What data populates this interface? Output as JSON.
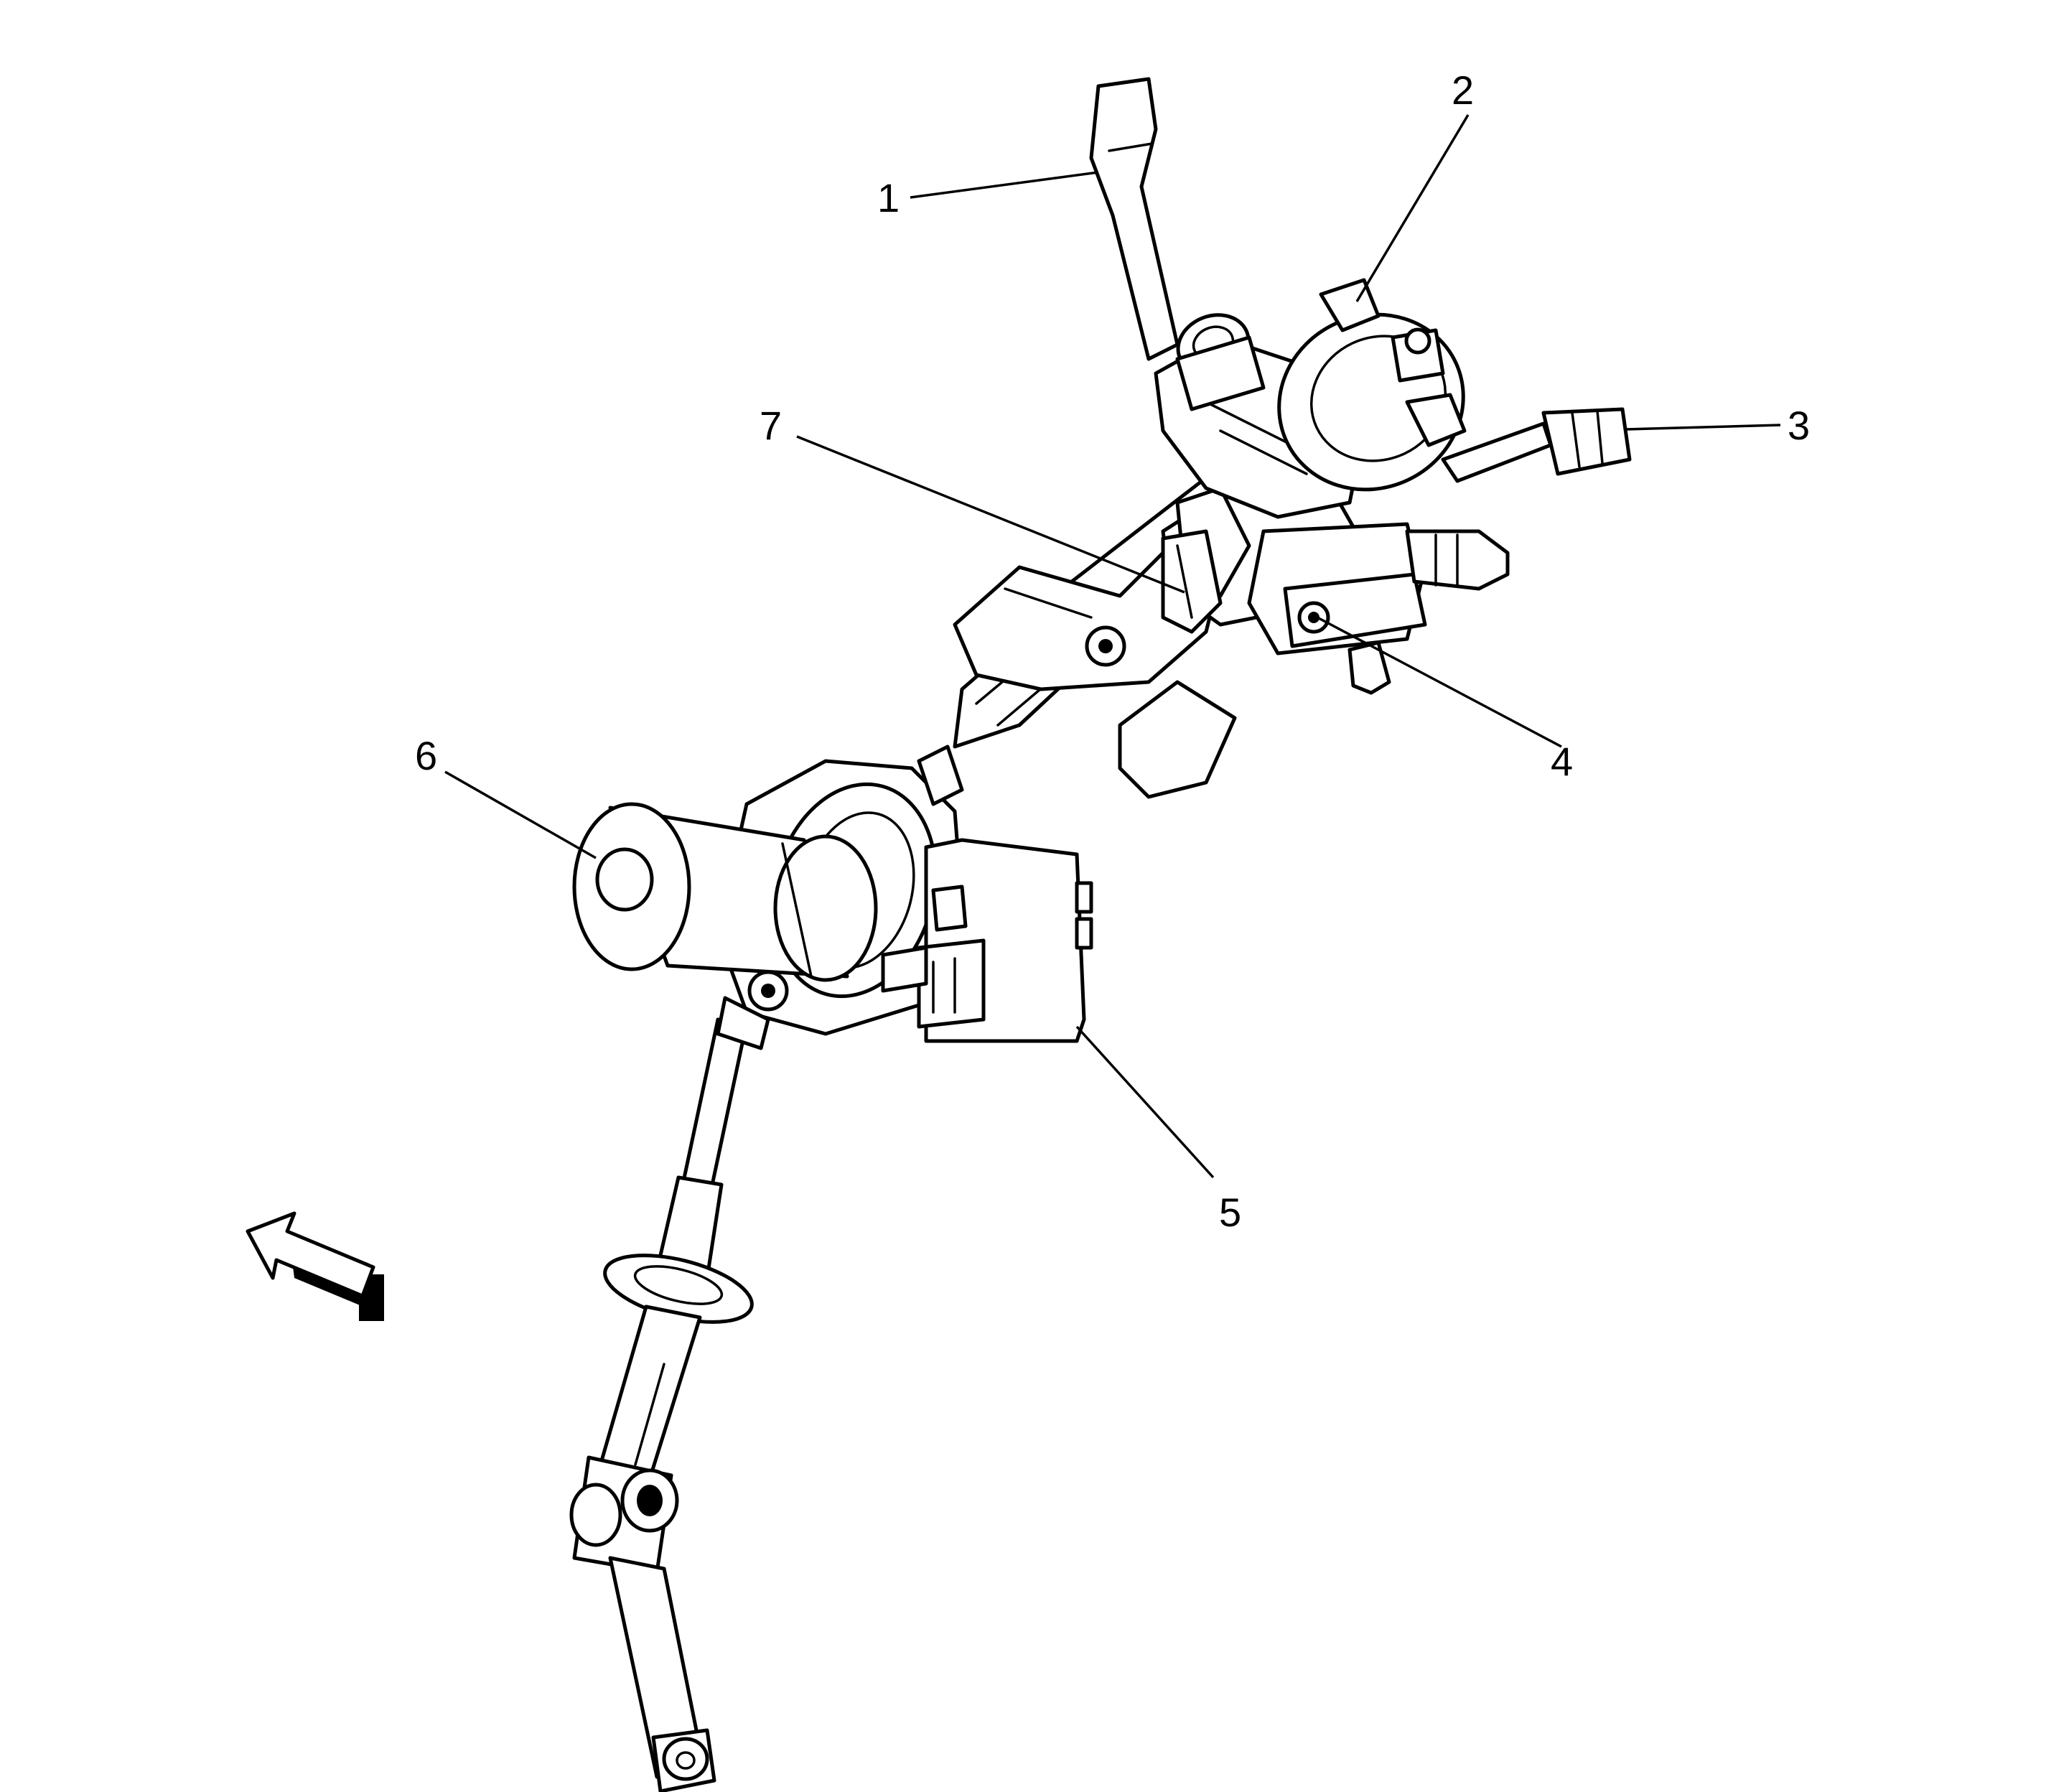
{
  "diagram": {
    "callouts": [
      {
        "id": "1",
        "label": "1"
      },
      {
        "id": "2",
        "label": "2"
      },
      {
        "id": "3",
        "label": "3"
      },
      {
        "id": "4",
        "label": "4"
      },
      {
        "id": "5",
        "label": "5"
      },
      {
        "id": "6",
        "label": "6"
      },
      {
        "id": "7",
        "label": "7"
      }
    ],
    "direction_arrow_icon": "front-direction-arrow",
    "line_color": "#000000",
    "background_color": "#ffffff"
  }
}
